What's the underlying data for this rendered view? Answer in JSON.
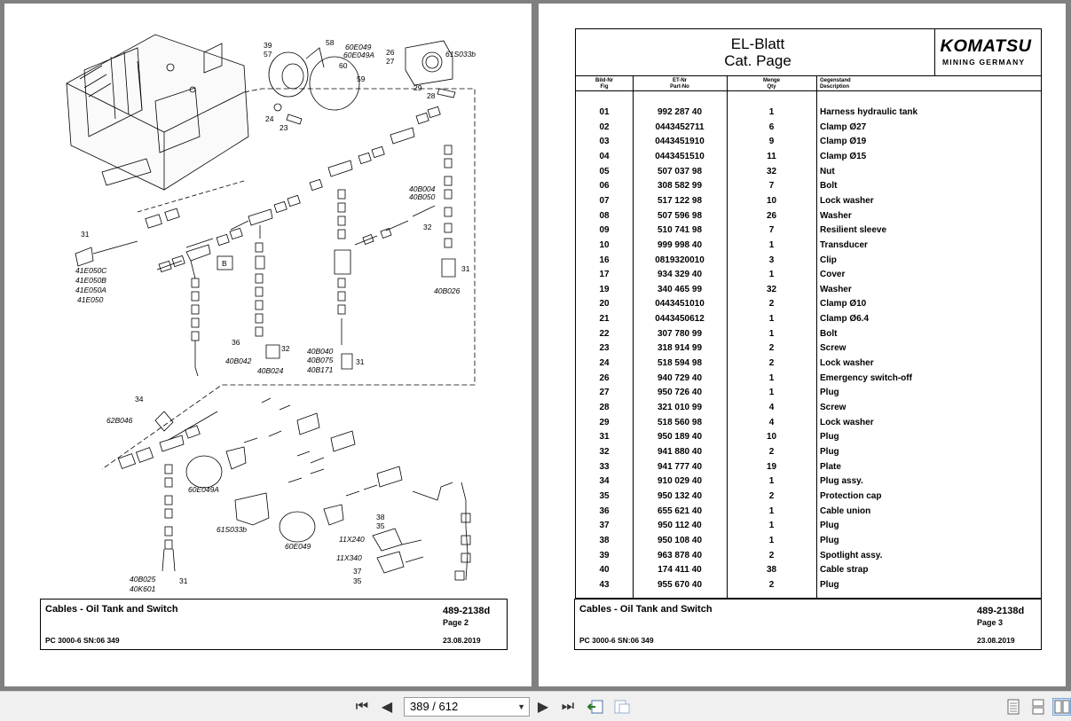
{
  "left_page": {
    "callouts": {
      "c39": "39",
      "c57": "57",
      "c58": "58",
      "c60e049": "60E049",
      "c60e049a": "60E049A",
      "c60": "60",
      "c59": "59",
      "c26": "26",
      "c27": "27",
      "c61s033b": "61S033b",
      "c29": "29",
      "c28": "28",
      "c24": "24",
      "c23": "23",
      "c40b004": "40B004",
      "c40b050": "40B050",
      "c32a": "32",
      "c31a": "31",
      "c41e050c": "41E050C",
      "c41e050b": "41E050B",
      "c41e050a": "41E050A",
      "c41e050": "41E050",
      "cB": "B",
      "c31b": "31",
      "c40b026": "40B026",
      "c36a": "36",
      "c32b": "32",
      "c40b042": "40B042",
      "c40b024": "40B024",
      "c40b040": "40B040",
      "c40b075": "40B075",
      "c40b171": "40B171",
      "c31c": "31",
      "c34": "34",
      "c62b046": "62B046",
      "c60e049a2": "60E049A",
      "c61s033b2": "61S033b",
      "c60e049b": "60E049",
      "c38": "38",
      "c35a": "35",
      "c11x240": "11X240",
      "c11x340": "11X340",
      "c37": "37",
      "c35b": "35",
      "c40b025": "40B025",
      "c40k601": "40K601",
      "c31d": "31"
    },
    "title": "Cables - Oil Tank and Switch",
    "doc_number": "489-2138d",
    "page_label": "Page 2",
    "model": "PC 3000-6 SN:06 349",
    "date": "23.08.2019"
  },
  "right_page": {
    "header": {
      "title_line1": "EL-Blatt",
      "title_line2": "Cat. Page",
      "logo_word": "KOMATSU",
      "logo_sub": "MINING GERMANY"
    },
    "columns": {
      "fig_de": "Bild-Nr",
      "fig_en": "Fig",
      "part_de": "ET-Nr",
      "part_en": "Part-No",
      "qty_de": "Menge",
      "qty_en": "Qty",
      "desc_de": "Gegenstand",
      "desc_en": "Description"
    },
    "rows": [
      {
        "fig": "01",
        "part": "992 287 40",
        "qty": "1",
        "desc": "Harness hydraulic tank"
      },
      {
        "fig": "02",
        "part": "0443452711",
        "qty": "6",
        "desc": "Clamp Ø27"
      },
      {
        "fig": "03",
        "part": "0443451910",
        "qty": "9",
        "desc": "Clamp Ø19"
      },
      {
        "fig": "04",
        "part": "0443451510",
        "qty": "11",
        "desc": "Clamp Ø15"
      },
      {
        "fig": "05",
        "part": "507 037 98",
        "qty": "32",
        "desc": "Nut"
      },
      {
        "fig": "06",
        "part": "308 582 99",
        "qty": "7",
        "desc": "Bolt"
      },
      {
        "fig": "07",
        "part": "517 122 98",
        "qty": "10",
        "desc": "Lock washer"
      },
      {
        "fig": "08",
        "part": "507 596 98",
        "qty": "26",
        "desc": "Washer"
      },
      {
        "fig": "09",
        "part": "510 741 98",
        "qty": "7",
        "desc": "Resilient sleeve"
      },
      {
        "fig": "10",
        "part": "999 998 40",
        "qty": "1",
        "desc": "Transducer"
      },
      {
        "fig": "16",
        "part": "0819320010",
        "qty": "3",
        "desc": "Clip"
      },
      {
        "fig": "17",
        "part": "934 329 40",
        "qty": "1",
        "desc": "Cover"
      },
      {
        "fig": "19",
        "part": "340 465 99",
        "qty": "32",
        "desc": "Washer"
      },
      {
        "fig": "20",
        "part": "0443451010",
        "qty": "2",
        "desc": "Clamp Ø10"
      },
      {
        "fig": "21",
        "part": "0443450612",
        "qty": "1",
        "desc": "Clamp Ø6.4"
      },
      {
        "fig": "22",
        "part": "307 780 99",
        "qty": "1",
        "desc": "Bolt"
      },
      {
        "fig": "23",
        "part": "318 914 99",
        "qty": "2",
        "desc": "Screw"
      },
      {
        "fig": "24",
        "part": "518 594 98",
        "qty": "2",
        "desc": "Lock washer"
      },
      {
        "fig": "26",
        "part": "940 729 40",
        "qty": "1",
        "desc": "Emergency switch-off"
      },
      {
        "fig": "27",
        "part": "950 726 40",
        "qty": "1",
        "desc": "Plug"
      },
      {
        "fig": "28",
        "part": "321 010 99",
        "qty": "4",
        "desc": "Screw"
      },
      {
        "fig": "29",
        "part": "518 560 98",
        "qty": "4",
        "desc": "Lock washer"
      },
      {
        "fig": "31",
        "part": "950 189 40",
        "qty": "10",
        "desc": "Plug"
      },
      {
        "fig": "32",
        "part": "941 880 40",
        "qty": "2",
        "desc": "Plug"
      },
      {
        "fig": "33",
        "part": "941 777 40",
        "qty": "19",
        "desc": "Plate"
      },
      {
        "fig": "34",
        "part": "910 029 40",
        "qty": "1",
        "desc": "Plug  assy."
      },
      {
        "fig": "35",
        "part": "950 132 40",
        "qty": "2",
        "desc": "Protection cap"
      },
      {
        "fig": "36",
        "part": "655 621 40",
        "qty": "1",
        "desc": "Cable union"
      },
      {
        "fig": "37",
        "part": "950 112 40",
        "qty": "1",
        "desc": "Plug"
      },
      {
        "fig": "38",
        "part": "950 108 40",
        "qty": "1",
        "desc": "Plug"
      },
      {
        "fig": "39",
        "part": "963 878 40",
        "qty": "2",
        "desc": "Spotlight assy."
      },
      {
        "fig": "40",
        "part": "174 411 40",
        "qty": "38",
        "desc": "Cable strap"
      },
      {
        "fig": "43",
        "part": "955 670 40",
        "qty": "2",
        "desc": "Plug"
      }
    ],
    "title": "Cables - Oil Tank and Switch",
    "doc_number": "489-2138d",
    "page_label": "Page 3",
    "model": "PC 3000-6 SN:06 349",
    "date": "23.08.2019"
  },
  "toolbar": {
    "first_icon": "first-page-icon",
    "prev_icon": "previous-page-icon",
    "page_value": "389 / 612",
    "next_icon": "next-page-icon",
    "last_icon": "last-page-icon",
    "back_icon": "previous-view-icon",
    "forward_icon": "next-view-icon",
    "single_icon": "single-page-view-icon",
    "continuous_icon": "continuous-view-icon",
    "facing_icon": "two-page-view-icon"
  }
}
